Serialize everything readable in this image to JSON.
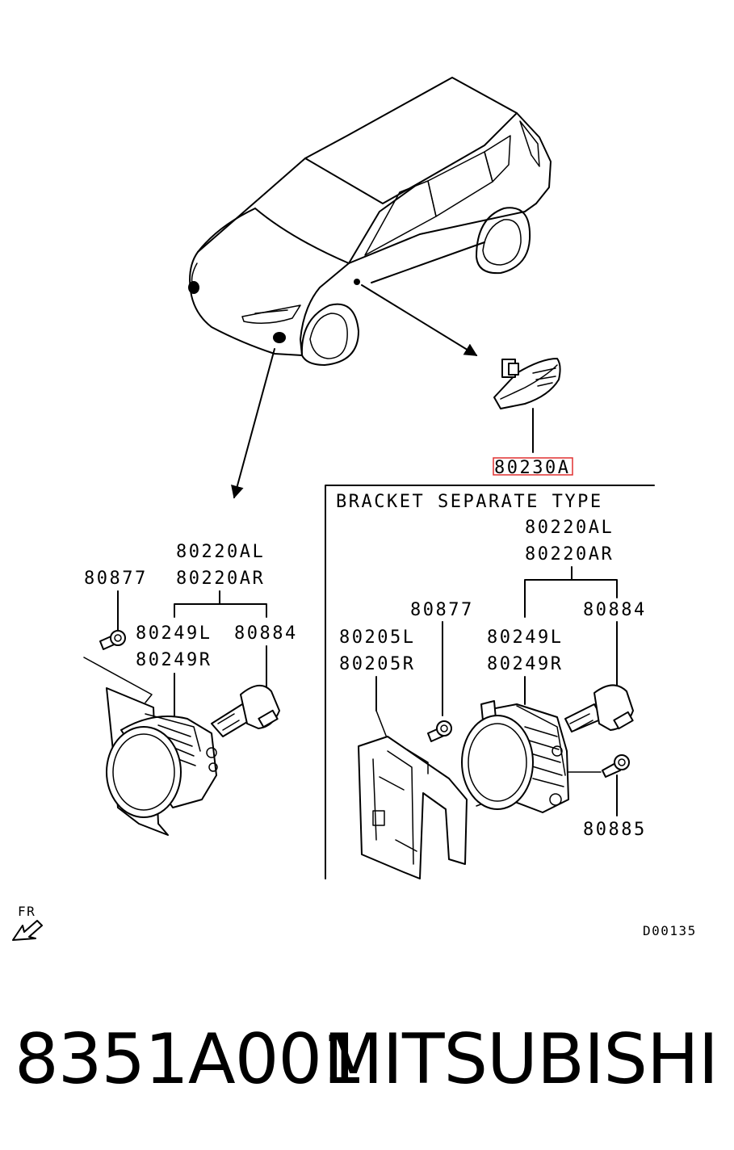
{
  "diagram_code": "D00135",
  "direction_label": "FR",
  "callouts": {
    "side_turn_lamp": "80230A",
    "left_assembly": {
      "bracket_bolt": "80877",
      "lamp_assy_l": "80220AL",
      "lamp_assy_r": "80220AR",
      "lamp_body_l": "80249L",
      "lamp_body_r": "80249R",
      "bulb": "80884"
    },
    "bracket_separate": {
      "heading": "BRACKET SEPARATE TYPE",
      "lamp_assy_l": "80220AL",
      "lamp_assy_r": "80220AR",
      "bolt": "80877",
      "bulb": "80884",
      "bracket_l": "80205L",
      "bracket_r": "80205R",
      "lamp_body_l": "80249L",
      "lamp_body_r": "80249R",
      "screw": "80885"
    }
  },
  "footer": {
    "part_number": "8351A001",
    "brand": "MITSUBISHI"
  }
}
